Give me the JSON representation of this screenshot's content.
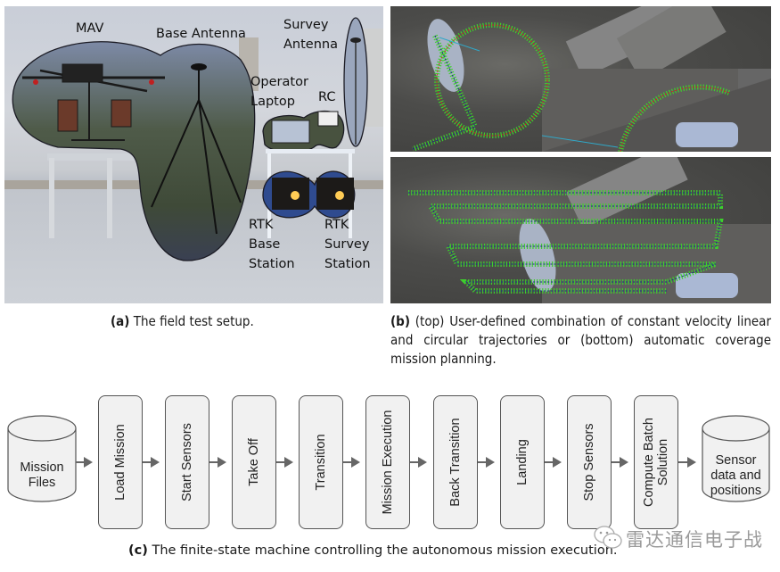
{
  "panel_a": {
    "labels": {
      "mav": "MAV",
      "base_antenna": "Base Antenna",
      "survey_antenna": "Survey\nAntenna",
      "operator_laptop": "Operator\nLaptop",
      "rc": "RC",
      "rtk_base_station": "RTK\nBase\nStation",
      "rtk_survey_station": "RTK\nSurvey\nStation"
    },
    "caption_tag": "(a)",
    "caption_text": " The field test setup."
  },
  "panel_b": {
    "caption_tag": "(b)",
    "caption_text": " (top) User-defined combination of constant velocity linear and circular trajectories or (bottom) automatic coverage mission planning."
  },
  "panel_c": {
    "start_store": "Mission\nFiles",
    "states": [
      "Load Mission",
      "Start Sensors",
      "Take Off",
      "Transition",
      "Mission Execution",
      "Back Transition",
      "Landing",
      "Stop Sensors",
      "Compute Batch\nSolution"
    ],
    "end_store": "Sensor\ndata and\npositions",
    "caption_tag": "(c)",
    "caption_text": " The finite-state machine controlling the autonomous mission execution."
  },
  "watermark": {
    "text": "雷达通信电子战",
    "icon": "wechat-icon"
  },
  "colors": {
    "trajectory_green": "#3ecf2c",
    "trajectory_red": "#d42020",
    "trajectory_blue": "#1a2a8a",
    "state_fill": "#f1f1f1",
    "state_border": "#555555",
    "arrow": "#666666"
  }
}
